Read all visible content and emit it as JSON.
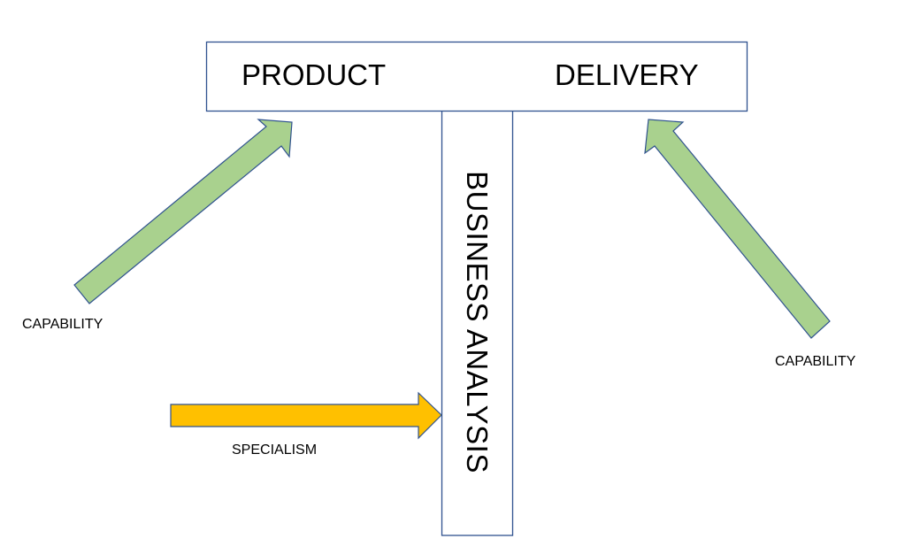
{
  "diagram": {
    "top_box": {
      "left_label": "PRODUCT",
      "right_label": "DELIVERY"
    },
    "vertical_box": {
      "label": "BUSINESS ANALYSIS"
    },
    "arrows": [
      {
        "id": "capability-left",
        "label": "CAPABILITY",
        "color": "#a9d18e",
        "points_to": "PRODUCT"
      },
      {
        "id": "capability-right",
        "label": "CAPABILITY",
        "color": "#a9d18e",
        "points_to": "DELIVERY"
      },
      {
        "id": "specialism",
        "label": "SPECIALISM",
        "color": "#ffc000",
        "points_to": "BUSINESS ANALYSIS"
      }
    ],
    "colors": {
      "outline": "#2f528f",
      "capability_fill": "#a9d18e",
      "specialism_fill": "#ffc000"
    }
  }
}
